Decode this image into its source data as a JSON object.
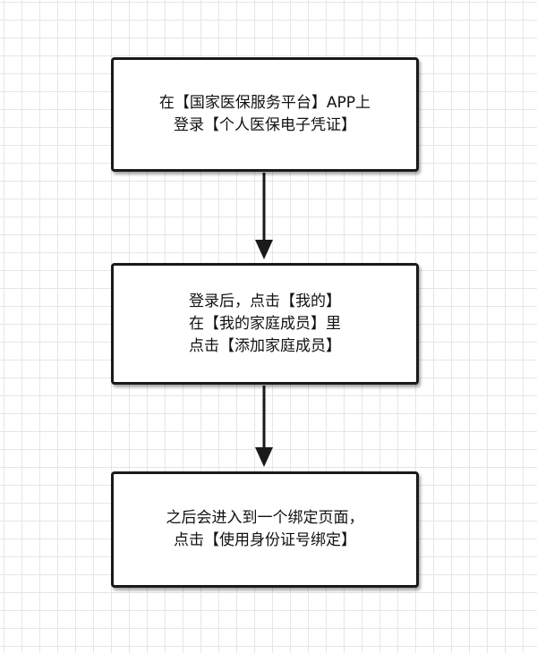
{
  "flowchart": {
    "steps": [
      {
        "lines": [
          "在【国家医保服务平台】APP上",
          "登录【个人医保电子凭证】"
        ]
      },
      {
        "lines": [
          "登录后，点击【我的】",
          "在【我的家庭成员】里",
          "点击【添加家庭成员】"
        ]
      },
      {
        "lines": [
          "之后会进入到一个绑定页面，",
          "点击【使用身份证号绑定】"
        ]
      }
    ],
    "connectors": [
      {
        "from": 1,
        "to": 2
      },
      {
        "from": 2,
        "to": 3
      }
    ],
    "colors": {
      "stroke": "#1a1a1a",
      "grid": "#e6e6e6",
      "background": "#ffffff"
    }
  }
}
